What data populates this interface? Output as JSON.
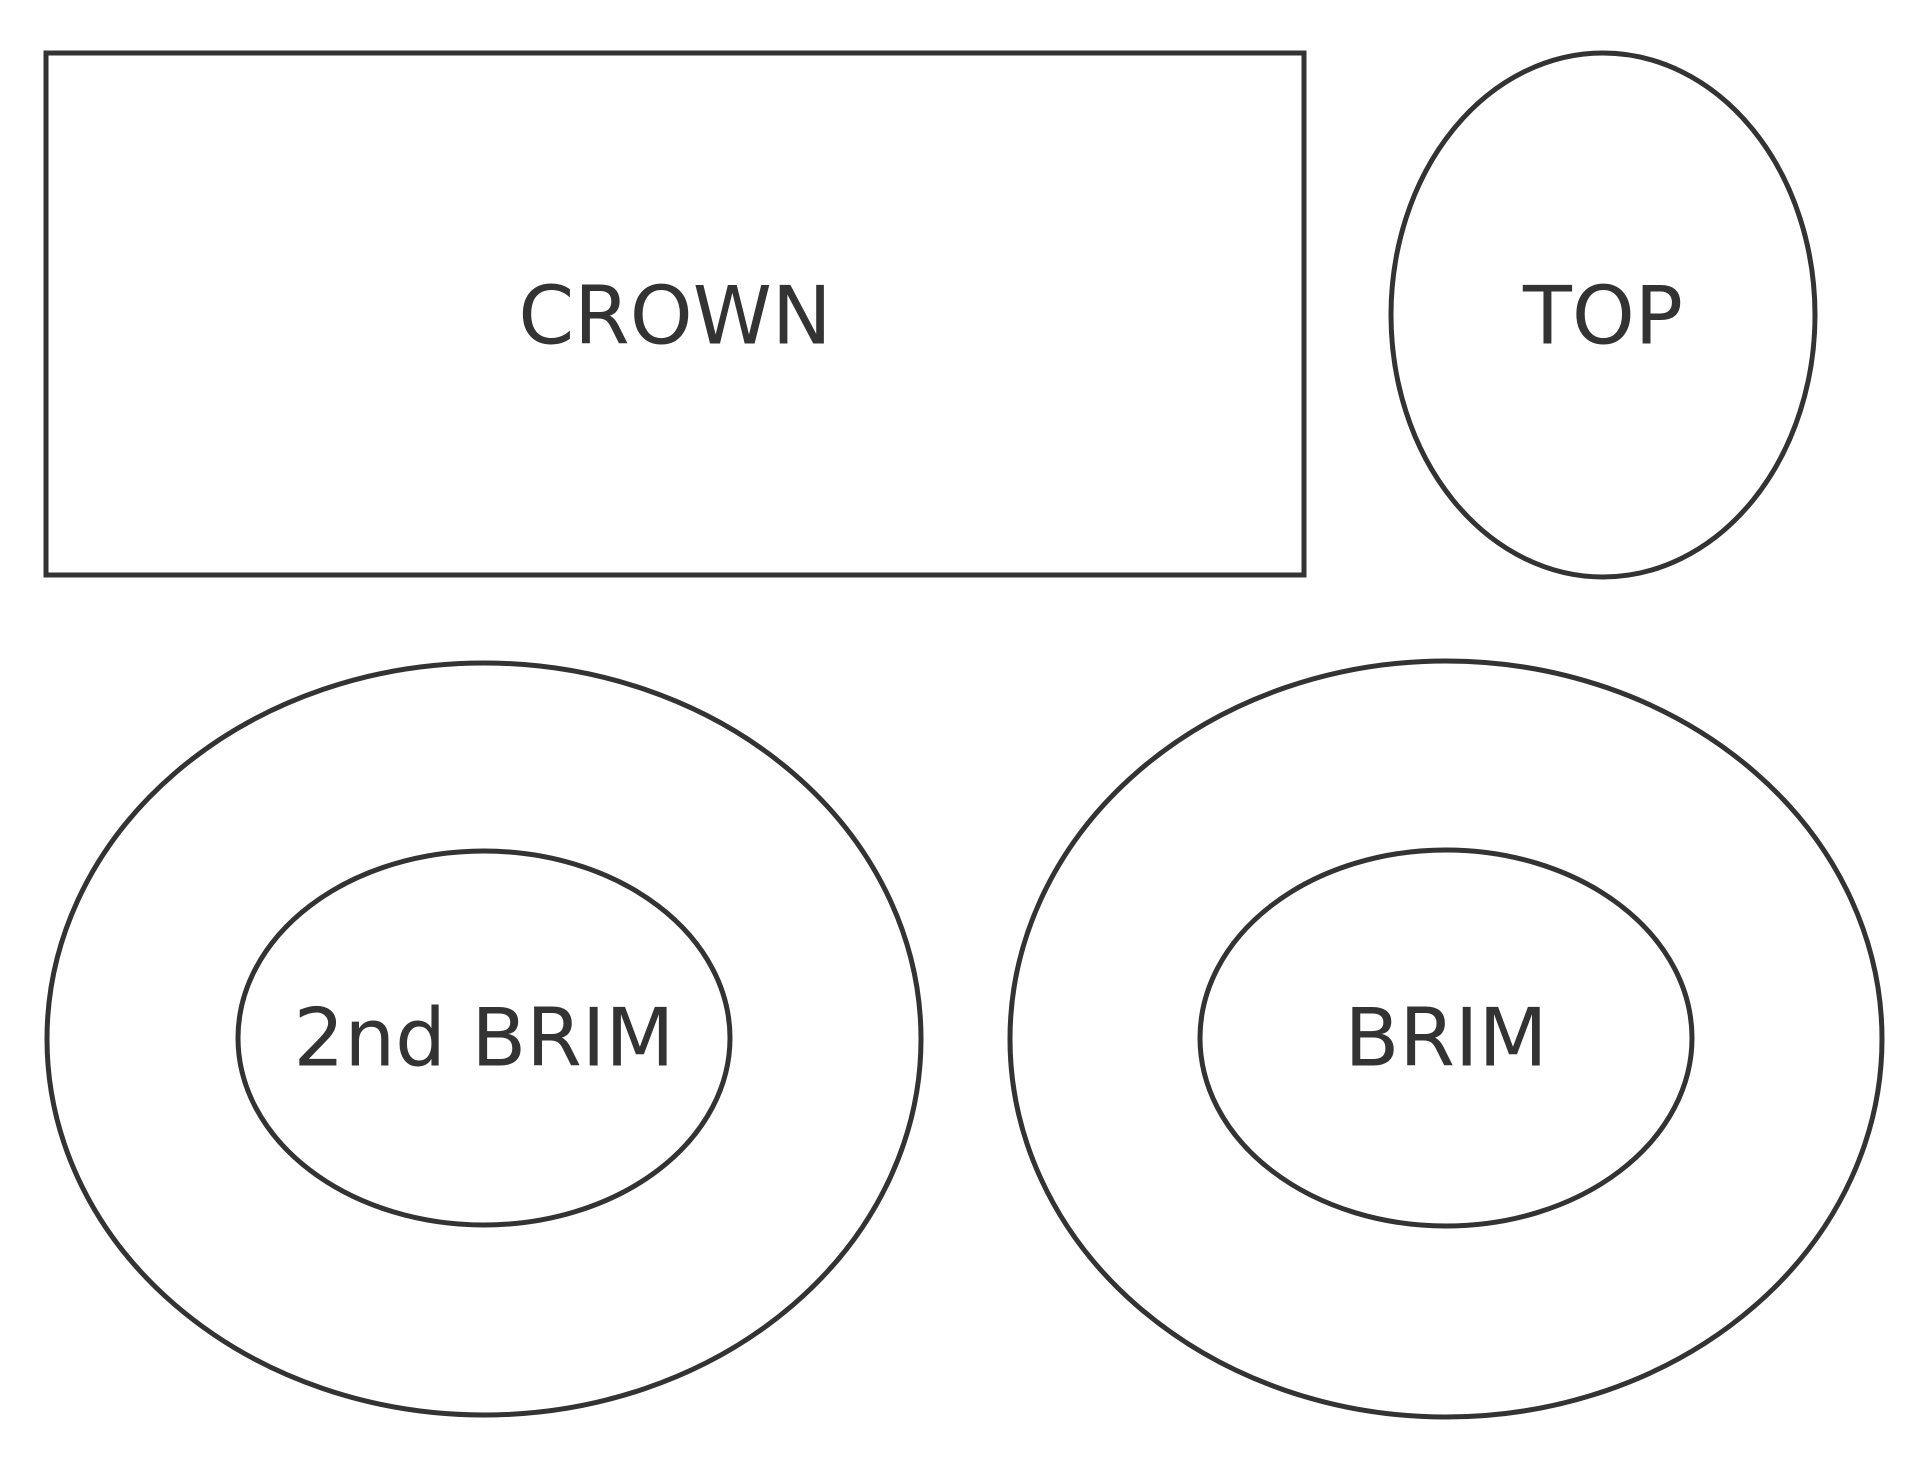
{
  "pieces": {
    "crown": {
      "label": "CROWN"
    },
    "top": {
      "label": "TOP"
    },
    "second_brim": {
      "label": "2nd BRIM"
    },
    "brim": {
      "label": "BRIM"
    }
  },
  "colors": {
    "outline": "#333333",
    "text": "#333333",
    "background": "#ffffff"
  }
}
